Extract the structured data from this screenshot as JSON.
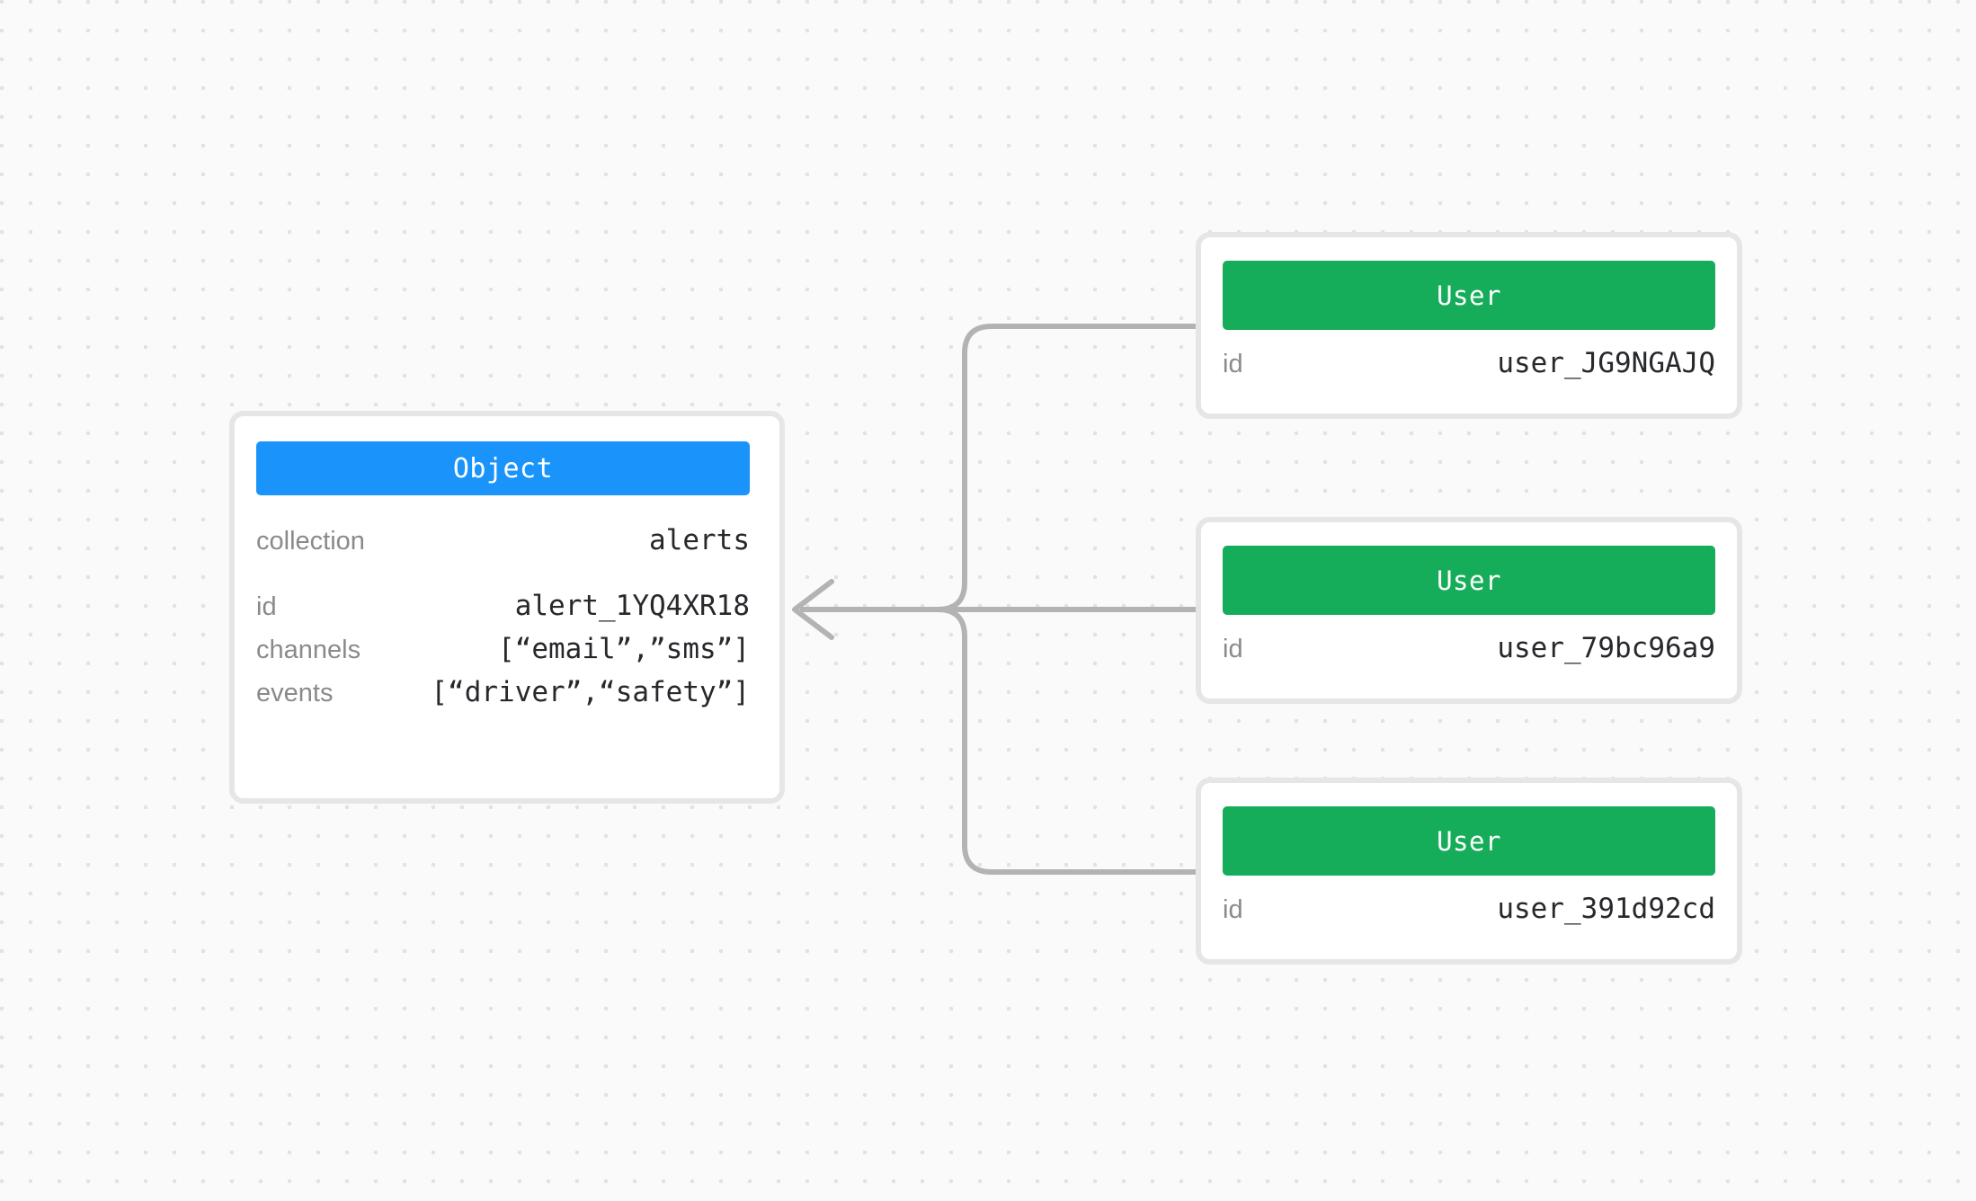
{
  "canvas": {
    "background": "#fafafa",
    "dot_color": "#e2e2e2"
  },
  "colors": {
    "object_header": "#1a94fb",
    "user_header": "#16ad5a",
    "card_border": "#e6e6e6",
    "connector": "#b3b3b3",
    "label_text": "#8a8a8a",
    "value_text": "#26282b"
  },
  "object_node": {
    "title": "Object",
    "rows": [
      {
        "key": "collection",
        "value": "alerts"
      },
      {
        "key": "id",
        "value": "alert_1YQ4XR18"
      },
      {
        "key": "channels",
        "value": "[“email”,”sms”]"
      },
      {
        "key": "events",
        "value": "[“driver”,“safety”]"
      }
    ]
  },
  "user_nodes": [
    {
      "title": "User",
      "rows": [
        {
          "key": "id",
          "value": "user_JG9NGAJQ"
        }
      ]
    },
    {
      "title": "User",
      "rows": [
        {
          "key": "id",
          "value": "user_79bc96a9"
        }
      ]
    },
    {
      "title": "User",
      "rows": [
        {
          "key": "id",
          "value": "user_391d92cd"
        }
      ]
    }
  ],
  "edges": [
    {
      "from": "user_node_0",
      "to": "object_node",
      "arrow": "left"
    },
    {
      "from": "user_node_1",
      "to": "object_node",
      "arrow": "left"
    },
    {
      "from": "user_node_2",
      "to": "object_node",
      "arrow": "left"
    }
  ]
}
